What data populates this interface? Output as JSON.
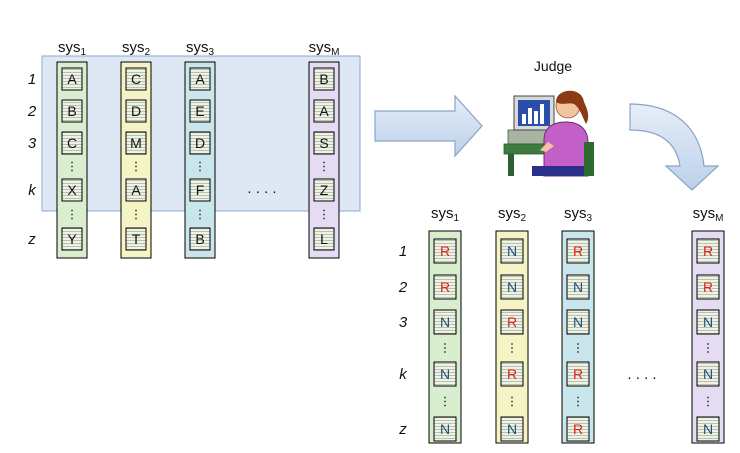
{
  "top": {
    "systems": [
      {
        "base": "sys",
        "sub": "1",
        "color": "#d8eecf",
        "docs": [
          "A",
          "B",
          "C",
          "X",
          "Y"
        ]
      },
      {
        "base": "sys",
        "sub": "2",
        "color": "#f6f3c4",
        "docs": [
          "C",
          "D",
          "M",
          "A",
          "T"
        ]
      },
      {
        "base": "sys",
        "sub": "3",
        "color": "#c9e6ec",
        "docs": [
          "A",
          "E",
          "D",
          "F",
          "B"
        ]
      },
      {
        "base": "sys",
        "sub": "M",
        "color": "#e5dcf3",
        "docs": [
          "B",
          "A",
          "S",
          "Z",
          "L"
        ]
      }
    ],
    "ranks": [
      "1",
      "2",
      "3",
      "k",
      "z"
    ],
    "ellipsis": ". . . ."
  },
  "judge": {
    "label": "Judge"
  },
  "bottom": {
    "systems": [
      {
        "base": "sys",
        "sub": "1",
        "color": "#d8eecf",
        "judgments": [
          "R",
          "R",
          "N",
          "N",
          "N"
        ]
      },
      {
        "base": "sys",
        "sub": "2",
        "color": "#f6f3c4",
        "judgments": [
          "N",
          "N",
          "R",
          "R",
          "N"
        ]
      },
      {
        "base": "sys",
        "sub": "3",
        "color": "#c9e6ec",
        "judgments": [
          "R",
          "N",
          "N",
          "R",
          "R"
        ]
      },
      {
        "base": "sys",
        "sub": "M",
        "color": "#e5dcf3",
        "judgments": [
          "R",
          "R",
          "N",
          "N",
          "N"
        ]
      }
    ],
    "ranks": [
      "1",
      "2",
      "3",
      "k",
      "z"
    ],
    "ellipsis": ". . . ."
  },
  "colors": {
    "relevant": "#e0201b",
    "nonrelevant": "#1f4e79",
    "pool": "#c3d6ec"
  }
}
